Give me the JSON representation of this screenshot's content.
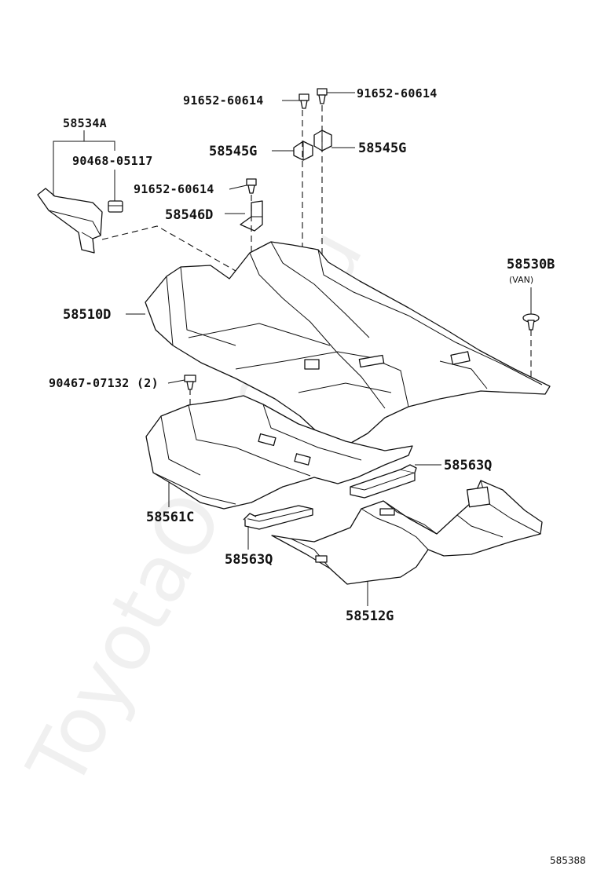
{
  "watermark": "ToyotaOnline.ru",
  "figure_number": "585388",
  "callouts": {
    "bolt_top_left": "91652-60614",
    "bolt_top_right": "91652-60614",
    "bracket_left": "58545G",
    "bracket_right": "58545G",
    "cover_58534": "58534A",
    "clip_90468": "90468-05117",
    "bolt_mid": "91652-60614",
    "bracket_58546": "58546D",
    "carpet_main": "58510D",
    "fastener_58530": "58530B",
    "fastener_58530_note": "(VAN)",
    "bolt_90467": "90467-07132 (2)",
    "carpet_front": "58561C",
    "strip_right": "58563Q",
    "strip_left": "58563Q",
    "carpet_rear": "58512G"
  }
}
